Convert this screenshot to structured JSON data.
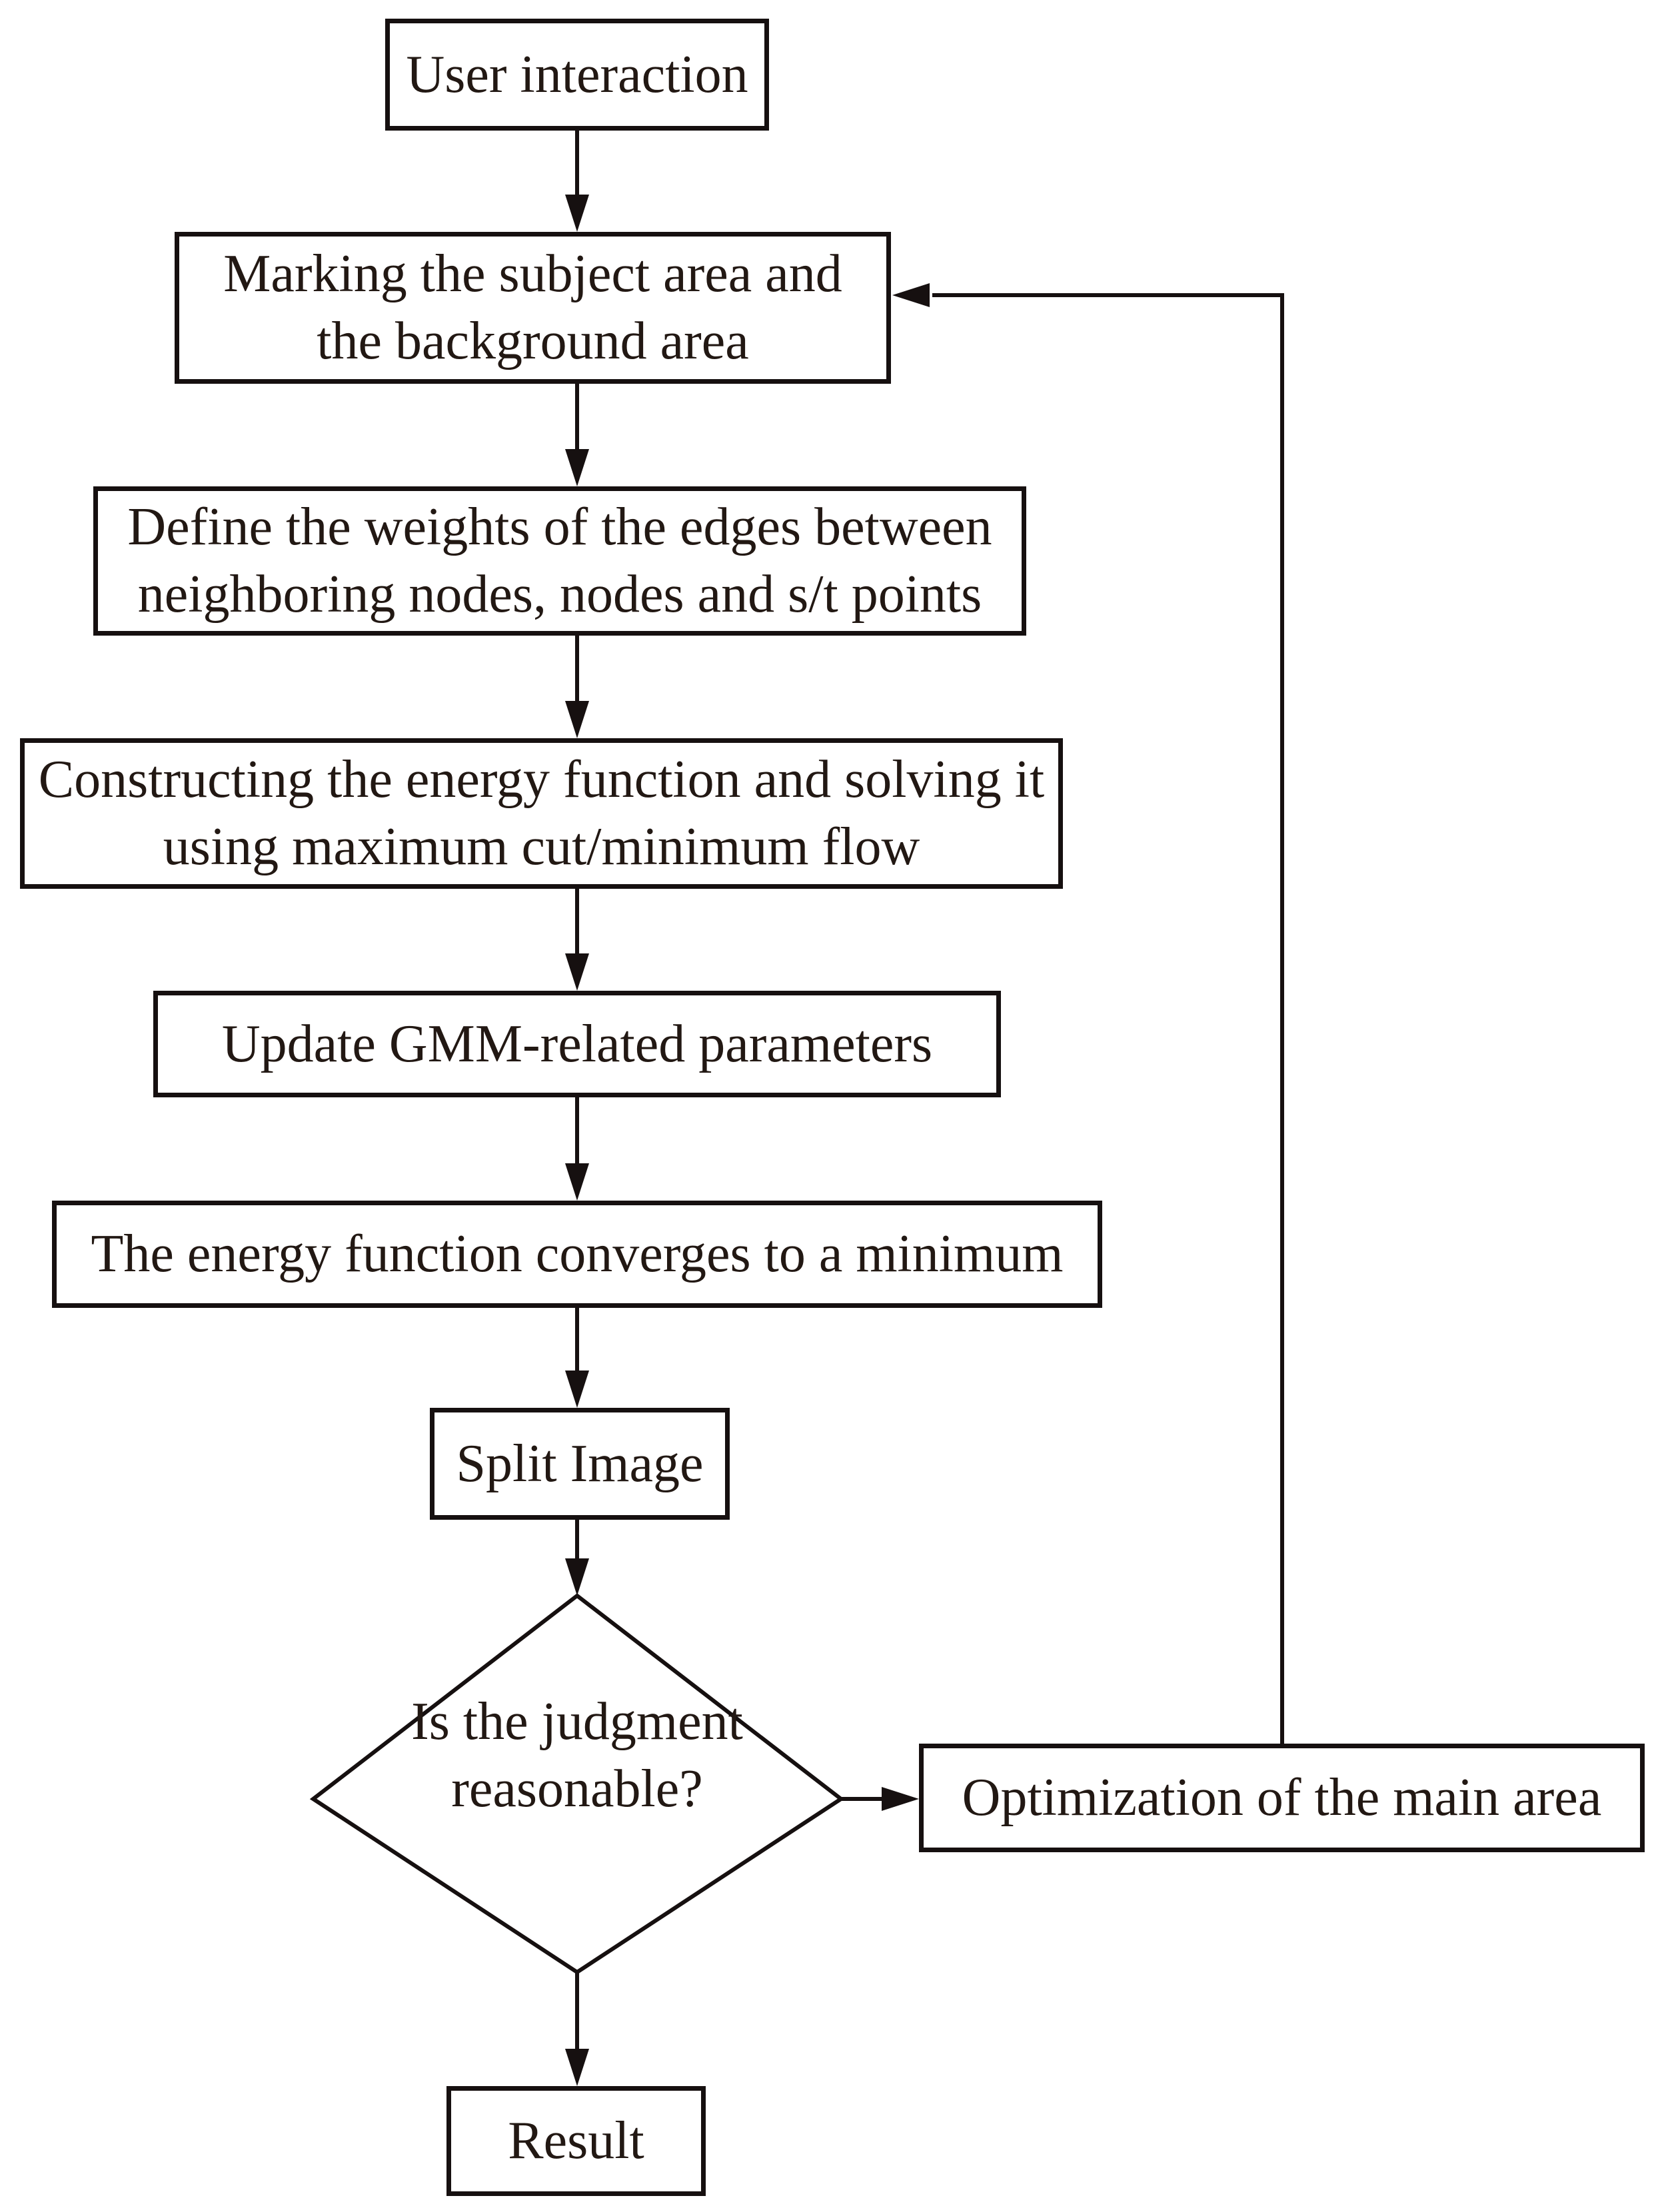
{
  "figure": {
    "type": "flowchart",
    "background_color": "#ffffff",
    "line_color": "#161010",
    "text_color": "#221813"
  },
  "nodes": {
    "user_interaction": {
      "shape": "rect",
      "lines": [
        "User interaction"
      ]
    },
    "marking": {
      "shape": "rect",
      "lines": [
        "Marking the subject area and",
        "the background area"
      ]
    },
    "define_weights": {
      "shape": "rect",
      "lines": [
        "Define the weights of the edges between",
        "neighboring nodes, nodes and s/t points"
      ]
    },
    "construct_energy": {
      "shape": "rect",
      "lines": [
        "Constructing the energy function and solving it",
        "using maximum cut/minimum flow"
      ]
    },
    "update_gmm": {
      "shape": "rect",
      "lines": [
        "Update GMM-related parameters"
      ]
    },
    "converges": {
      "shape": "rect",
      "lines": [
        "The energy function converges to a minimum"
      ]
    },
    "split_image": {
      "shape": "rect",
      "lines": [
        "Split Image"
      ]
    },
    "judgment": {
      "shape": "diamond",
      "lines": [
        "Is the judgment",
        "reasonable?"
      ]
    },
    "optimization": {
      "shape": "rect",
      "lines": [
        "Optimization of the main area"
      ]
    },
    "result": {
      "shape": "rect",
      "lines": [
        "Result"
      ]
    }
  },
  "edges": [
    {
      "from": "user_interaction",
      "to": "marking"
    },
    {
      "from": "marking",
      "to": "define_weights"
    },
    {
      "from": "define_weights",
      "to": "construct_energy"
    },
    {
      "from": "construct_energy",
      "to": "update_gmm"
    },
    {
      "from": "update_gmm",
      "to": "converges"
    },
    {
      "from": "converges",
      "to": "split_image"
    },
    {
      "from": "split_image",
      "to": "judgment"
    },
    {
      "from": "judgment",
      "to": "result"
    },
    {
      "from": "judgment",
      "to": "optimization"
    },
    {
      "from": "optimization",
      "to": "marking"
    }
  ]
}
